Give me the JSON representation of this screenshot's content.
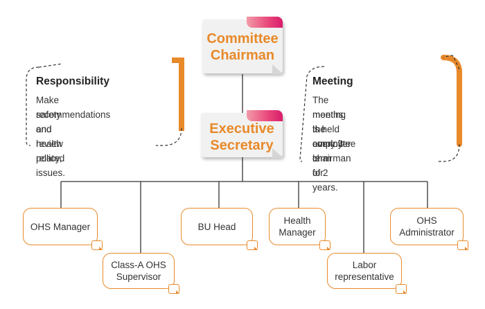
{
  "chairman": {
    "title": "Committee\nChairman"
  },
  "secretary": {
    "title": "Executive\nSecretary"
  },
  "responsibility": {
    "title": "Responsibility",
    "lines": [
      "Make recommendations on",
      "safety and health policy,",
      "and review related issues."
    ]
  },
  "meeting": {
    "title": "Meeting",
    "lines": [
      "The meeting is held every 3",
      "months, the employer is",
      "the committee chairman for",
      "a term of 2 years."
    ]
  },
  "roles": {
    "ohs_manager": "OHS Manager",
    "class_a_ohs_supervisor": "Class-A OHS\nSupervisor",
    "bu_head": "BU Head",
    "health_manager": "Health\nManager",
    "labor_representative": "Labor\nrepresentative",
    "ohs_administrator": "OHS\nAdministrator"
  },
  "colors": {
    "accent_orange": "#e8892a",
    "tab_pink": "#e8477a",
    "line": "#333333",
    "box_gray": "#f1f1f1"
  }
}
